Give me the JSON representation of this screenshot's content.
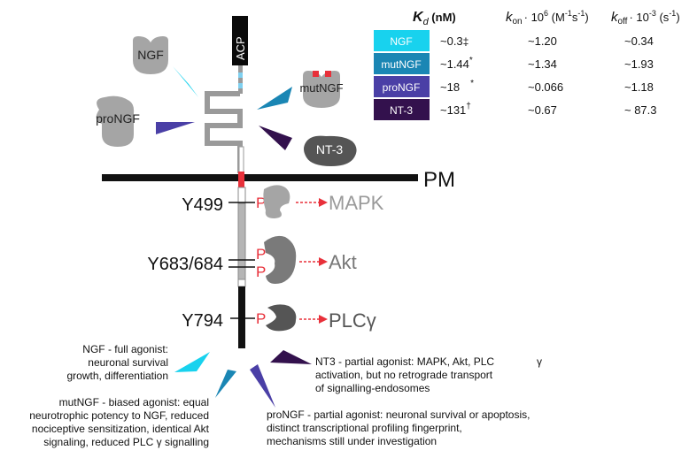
{
  "colors": {
    "ngf": "#18d2ee",
    "mutngf": "#1a86b4",
    "pro_ngf": "#4a3fa6",
    "nt3": "#33114d",
    "receptor_gray": "#9a9a9a",
    "receptor_dark": "#111111",
    "phospho_red": "#e8303a",
    "ligand_gray": "#a5a5a5",
    "ligand_dark": "#555555"
  },
  "receptor": {
    "acp_label": "ACP",
    "membrane_label": "PM"
  },
  "ligands": [
    {
      "key": "ngf",
      "label": "NGF"
    },
    {
      "key": "pro_ngf",
      "label": "proNGF"
    },
    {
      "key": "mutngf",
      "label": "mutNGF"
    },
    {
      "key": "nt3",
      "label": "NT-3"
    }
  ],
  "sites": [
    {
      "residue": "Y499",
      "phospho": "P",
      "pathway": "MAPK"
    },
    {
      "residue": "Y683/684",
      "phospho": [
        "P",
        "P"
      ],
      "pathway": "Akt"
    },
    {
      "residue": "Y794",
      "phospho": "P",
      "pathway": "PLCγ"
    }
  ],
  "table": {
    "headers": {
      "kd_main": "K",
      "kd_sub": "d",
      "kd_unit": " (nM)",
      "kon_main": "k",
      "kon_sub": "on",
      "kon_factor": "· 10",
      "kon_exp": "6",
      "kon_unit_a": " (M",
      "kon_unit_exp": "-1",
      "kon_unit_b": "s",
      "kon_unit_exp2": "-1",
      "kon_unit_c": ")",
      "koff_main": "k",
      "koff_sub": "off",
      "koff_factor": "· 10",
      "koff_exp": "-3",
      "koff_unit_a": " (s",
      "koff_unit_exp": "-1",
      "koff_unit_b": ")"
    },
    "rows": [
      {
        "name": "NGF",
        "kd": "~0.3",
        "kd_mark": "‡",
        "kon": "~1.20",
        "koff": "~0.34"
      },
      {
        "name": "mutNGF",
        "kd": "~1.44",
        "kd_mark": "*",
        "kon": "~1.34",
        "koff": "~1.93"
      },
      {
        "name": "proNGF",
        "kd": "~18",
        "kd_mark": "*",
        "kon": "~0.066",
        "koff": "~1.18"
      },
      {
        "name": "NT-3",
        "kd": "~131",
        "kd_mark": "†",
        "kon": "~0.67",
        "koff": "~ 87.3"
      }
    ]
  },
  "descriptions": {
    "ngf": [
      "NGF - full agonist:",
      "neuronal survival",
      "growth, differentiation"
    ],
    "mutngf": [
      "mutNGF - biased agonist: equal",
      "neurotrophic potency to NGF, reduced",
      "nociceptive sensitization, identical Akt",
      "signaling, reduced PLC",
      "γ",
      "signalling"
    ],
    "nt3": [
      "NT3 - partial agonist: MAPK, Akt, PLC",
      "γ",
      "activation, but no retrograde transport",
      "of signalling-endosomes"
    ],
    "pro_ngf": [
      "proNGF - partial agonist: neuronal survival or apoptosis,",
      "distinct transcriptional profiling fingerprint,",
      "mechanisms still under investigation"
    ]
  }
}
